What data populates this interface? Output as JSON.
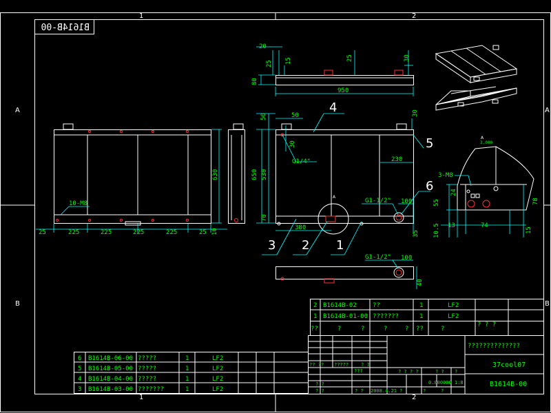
{
  "drawing_number_box": "B1614B-00",
  "zones": {
    "top": [
      "1",
      "2"
    ],
    "bottom": [
      "1",
      "2"
    ],
    "left": [
      "A",
      "B"
    ],
    "right": [
      "A",
      "B"
    ]
  },
  "views": {
    "front": {
      "bottom_dims": [
        "25",
        "225",
        "225",
        "225",
        "225",
        "25"
      ],
      "height": "630",
      "thread_note": "10-M8",
      "side_dim": "10"
    },
    "top_view": {
      "dims": [
        "20",
        "25",
        "80",
        "15",
        "25",
        "30"
      ],
      "length": "950"
    },
    "main_view": {
      "dims": [
        "50",
        "50",
        "30",
        "650",
        "530",
        "70",
        "380",
        "230",
        "100",
        "35",
        "30"
      ],
      "ports": [
        "G1/4\"",
        "G1-1/2\""
      ],
      "balloons": [
        "1",
        "2",
        "3",
        "4",
        "5",
        "6"
      ],
      "detail_mark": "A"
    },
    "bottom_view": {
      "port": "G1-1/2\"",
      "dims": [
        "100",
        "40"
      ]
    },
    "detail": {
      "label": "A",
      "scale": "3.000",
      "thread": "3-M8",
      "dims": [
        "55",
        "24",
        "10.5",
        "13",
        "74",
        "15",
        "78"
      ]
    }
  },
  "bom_upper": [
    {
      "no": "2",
      "code": "B1614B-02",
      "name": "??",
      "qty": "1",
      "material": "LF2"
    },
    {
      "no": "1",
      "code": "B1614B-01-00",
      "name": "???????",
      "qty": "1",
      "material": "LF2"
    }
  ],
  "bom_header": [
    "??",
    "?",
    "?",
    "?",
    "?",
    "??",
    "?",
    "? ? ?"
  ],
  "bom_lower": [
    {
      "no": "6",
      "code": "B1614B-06-00",
      "name": "?????",
      "qty": "1",
      "material": "LF2"
    },
    {
      "no": "5",
      "code": "B1614B-05-00",
      "name": "?????",
      "qty": "1",
      "material": "LF2"
    },
    {
      "no": "4",
      "code": "B1614B-04-00",
      "name": "?????",
      "qty": "1",
      "material": "LF2"
    },
    {
      "no": "3",
      "code": "B1614B-03-00",
      "name": "???????",
      "qty": "1",
      "material": "LF2"
    }
  ],
  "title_block": {
    "title": "??????????????",
    "company": "37cool07",
    "drawing_no": "B1614B-00",
    "scale_info": "0.000000 1:8",
    "date": "2008.4.21",
    "marks": [
      "?? ??",
      "?????",
      "? ?",
      "???",
      "? ? ? ?",
      "? ?",
      "?",
      "? ?",
      "? ?",
      "? ?",
      "?",
      "?",
      "?"
    ]
  }
}
